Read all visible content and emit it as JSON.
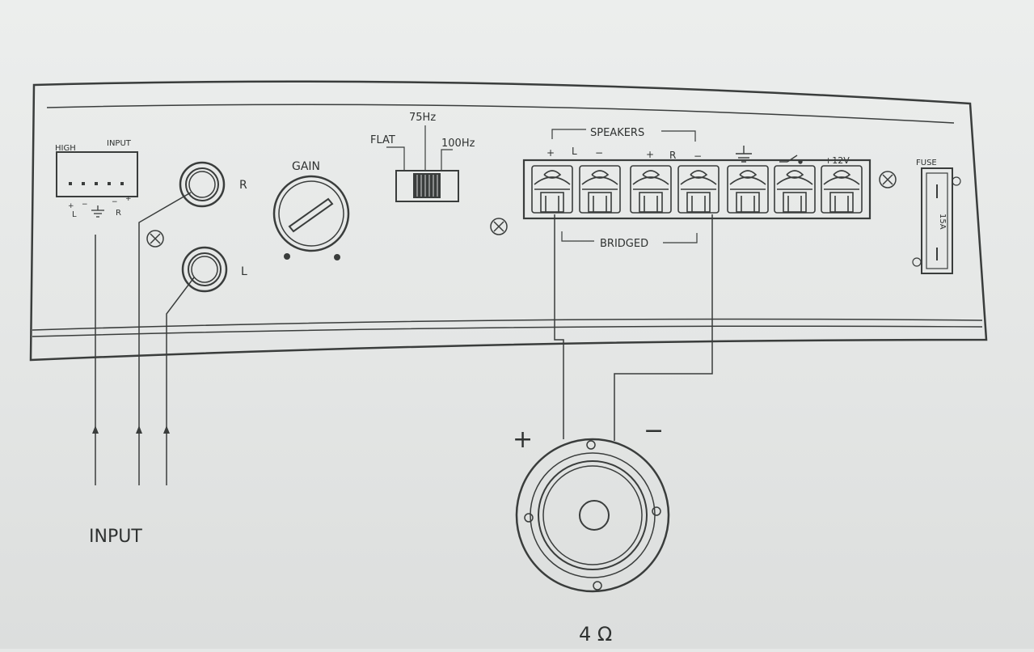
{
  "panel": {
    "high_input": {
      "label_high": "HIGH",
      "label_input": "INPUT",
      "pin_labels": [
        "+",
        "−",
        "−",
        "+"
      ],
      "label_l": "L",
      "label_r": "R",
      "ground_symbol": "ground-icon"
    },
    "rca": {
      "label_r": "R",
      "label_l": "L"
    },
    "gain": {
      "label": "GAIN"
    },
    "crossover": {
      "label_flat": "FLAT",
      "label_75": "75Hz",
      "label_100": "100Hz"
    },
    "speakers": {
      "header": "SPEAKERS",
      "terminal_labels": [
        "+",
        "L",
        "−",
        "+",
        "R",
        "−"
      ],
      "bridged_label": "BRIDGED",
      "power_label": "+12V",
      "ground_symbol": "ground-icon",
      "remote_symbol": "remote-switch-icon"
    },
    "fuse": {
      "label": "FUSE",
      "rating": "15A"
    }
  },
  "input_caption": "INPUT",
  "speaker": {
    "plus": "+",
    "minus": "−",
    "impedance": "4 Ω"
  }
}
